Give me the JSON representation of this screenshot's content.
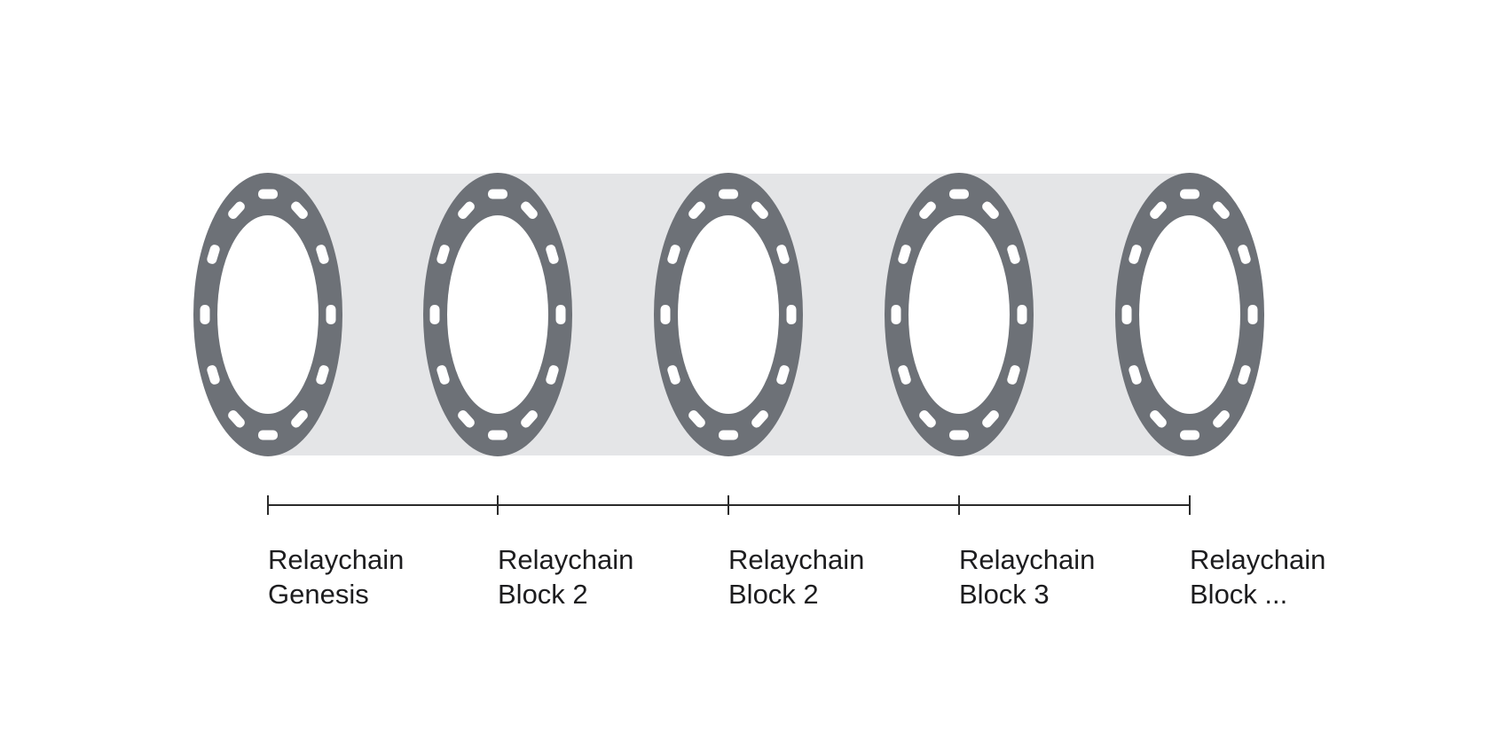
{
  "blocks": [
    {
      "line1": "Relaychain",
      "line2": "Genesis"
    },
    {
      "line1": "Relaychain",
      "line2": "Block 2"
    },
    {
      "line1": "Relaychain",
      "line2": "Block 2"
    },
    {
      "line1": "Relaychain",
      "line2": "Block 3"
    },
    {
      "line1": "Relaychain",
      "line2": "Block ..."
    }
  ],
  "colors": {
    "ring": "#6d7177",
    "tube": "#e4e5e7",
    "hole": "#ffffff",
    "timeline": "#2b2b2b",
    "text": "#1d1d1f"
  }
}
